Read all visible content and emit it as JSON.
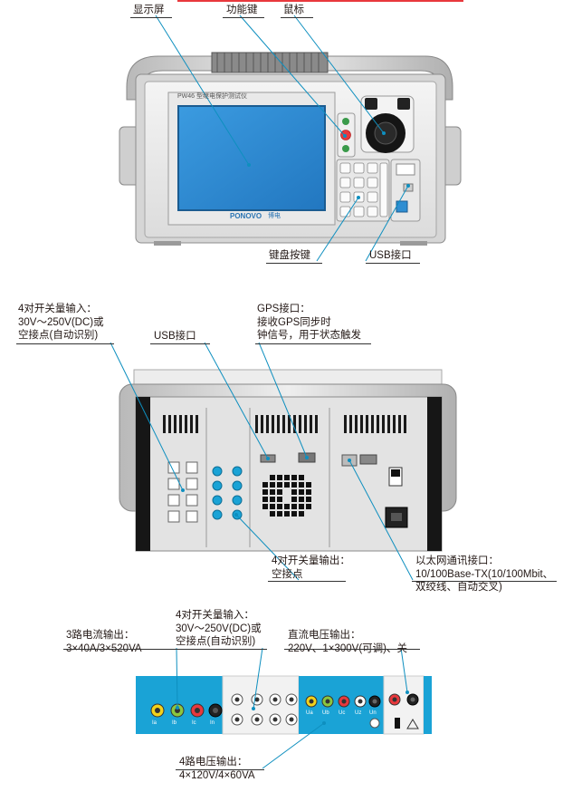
{
  "front_panel": {
    "labels": {
      "display": "显示屏",
      "function_keys": "功能键",
      "mouse": "鼠标",
      "keypad": "键盘按键",
      "usb": "USB接口"
    },
    "screen_caption": "PW46 型继电保护测试仪",
    "brand": "PONOVO",
    "brand_cn": "博电"
  },
  "rear_panel": {
    "labels": {
      "binary_in_title": "4对开关量输入：",
      "binary_in_line2": "30V～250V(DC)或",
      "binary_in_line3": "空接点(自动识别)",
      "usb": "USB接口",
      "gps_line1": "GPS接口：",
      "gps_line2": "接收GPS同步时",
      "gps_line3": "钟信号，用于状态触发",
      "binary_out_line1": "4对开关量输出：",
      "binary_out_line2": "空接点",
      "ethernet_line1": "以太网通讯接口：",
      "ethernet_line2": "10/100Base-TX(10/100Mbit、",
      "ethernet_line3": "双绞线、自动交叉)"
    }
  },
  "terminal_panel": {
    "labels": {
      "current_line1": "3路电流输出：",
      "current_line2": "3×40A/3×520VA",
      "binary_in_line1": "4对开关量输入：",
      "binary_in_line2": "30V～250V(DC)或",
      "binary_in_line3": "空接点(自动识别)",
      "dc_line1": "直流电压输出：",
      "dc_line2": "220V、1×300V(可调)、关",
      "voltage_line1": "4路电压输出：",
      "voltage_line2": "4×120V/4×60VA"
    },
    "current_terminals": [
      "Ia",
      "Ib",
      "Ic",
      "In"
    ],
    "voltage_terminals": [
      "Ua",
      "Ub",
      "Uc",
      "Uz",
      "Un"
    ]
  },
  "colors": {
    "panel_blue": "#1aa3d6",
    "screen_blue": "#2f8ed2",
    "chassis_grey": "#dcdcdc",
    "red_accent": "#e8383d",
    "green_accent": "#8cc63f",
    "yellow_accent": "#f2d21b"
  }
}
